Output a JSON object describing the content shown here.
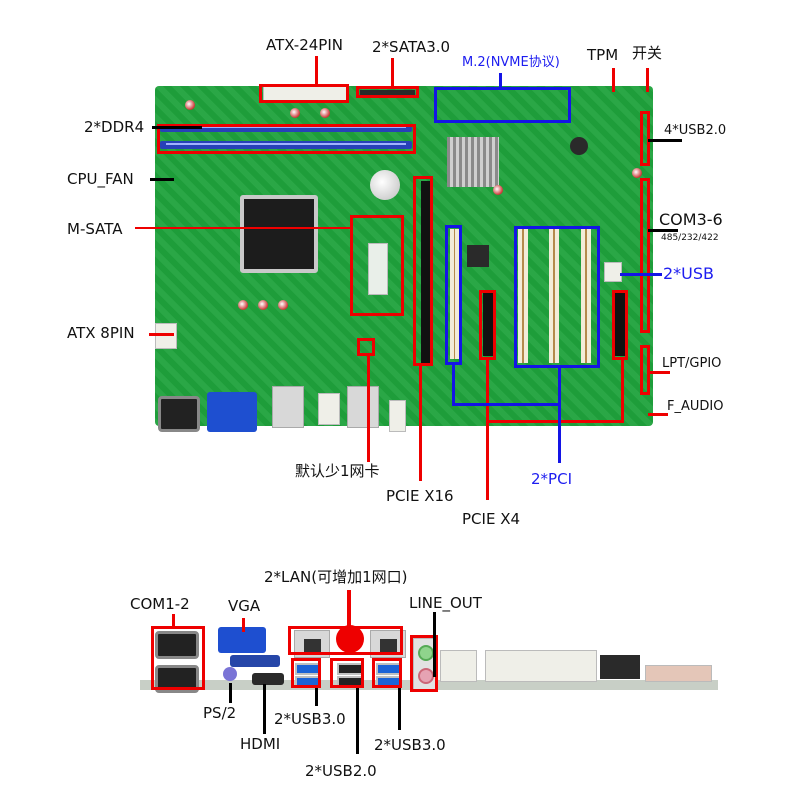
{
  "colors": {
    "red": "#ee0000",
    "blue": "#1414e6",
    "pcb": "#1fa23c",
    "text": "#111111"
  },
  "top_board": {
    "labels": {
      "atx24": "ATX-24PIN",
      "sata": "2*SATA3.0",
      "m2": "M.2(NVME协议)",
      "tpm": "TPM",
      "power_switch": "开关",
      "ddr4": "2*DDR4",
      "cpu_fan": "CPU_FAN",
      "msata": "M-SATA",
      "atx8": "ATX 8PIN",
      "usb20_header": "4*USB2.0",
      "com36": "COM3-6",
      "com36_sub": "485/232/422",
      "usb_internal": "2*USB",
      "lpt_gpio": "LPT/GPIO",
      "f_audio": "F_AUDIO",
      "nic_note": "默认少1网卡",
      "pcie_x16": "PCIE X16",
      "pcie_x4": "PCIE X4",
      "pci": "2*PCI"
    }
  },
  "io_panel": {
    "labels": {
      "lan": "2*LAN(可增加1网口)",
      "com12": "COM1-2",
      "vga": "VGA",
      "line_out": "LINE_OUT",
      "ps2": "PS/2",
      "usb30_left": "2*USB3.0",
      "hdmi": "HDMI",
      "usb20": "2*USB2.0",
      "usb30_right": "2*USB3.0"
    }
  }
}
